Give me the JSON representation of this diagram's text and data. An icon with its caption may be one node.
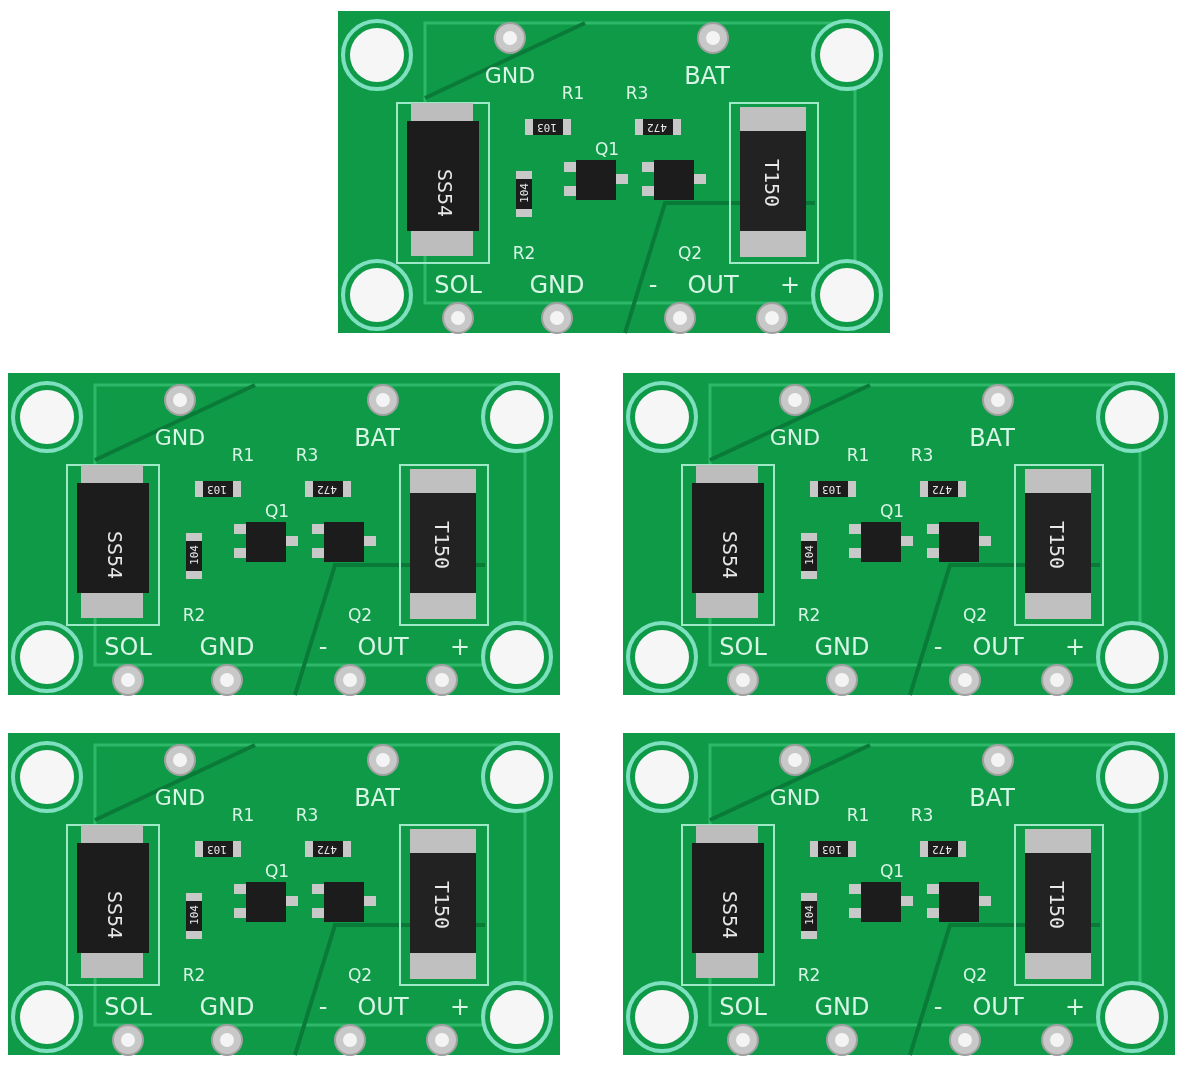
{
  "diagram": {
    "labels": [
      "GND",
      "R1",
      "R3",
      "BAT",
      "103",
      "472",
      "Q1",
      "SS54",
      "T150",
      "104",
      "R2",
      "Q2",
      "SOL",
      "GND",
      "-",
      "OUT",
      "+",
      "GND",
      "R1",
      "R3",
      "BAT",
      "103",
      "472",
      "Q1",
      "SS54",
      "T150",
      "104",
      "R2",
      "Q2",
      "SOL",
      "GND",
      "-",
      "OUT",
      "+",
      "GND",
      "R1",
      "R3",
      "BAT",
      "103",
      "472",
      "Q1",
      "SS54",
      "T150",
      "104",
      "R2",
      "Q2",
      "SOL",
      "GND",
      "-",
      "OUT",
      "+",
      "GND",
      "R1",
      "R3",
      "BAT",
      "103",
      "472",
      "Q1",
      "SS54",
      "T150",
      "104",
      "R2",
      "Q2",
      "SOL",
      "GND",
      "-",
      "OUT",
      "+",
      "GND",
      "R1",
      "R3",
      "BAT",
      "103",
      "472",
      "Q1",
      "SS54",
      "T150",
      "104",
      "R2",
      "Q2",
      "SOL",
      "GND",
      "-",
      "OUT",
      "+"
    ]
  }
}
